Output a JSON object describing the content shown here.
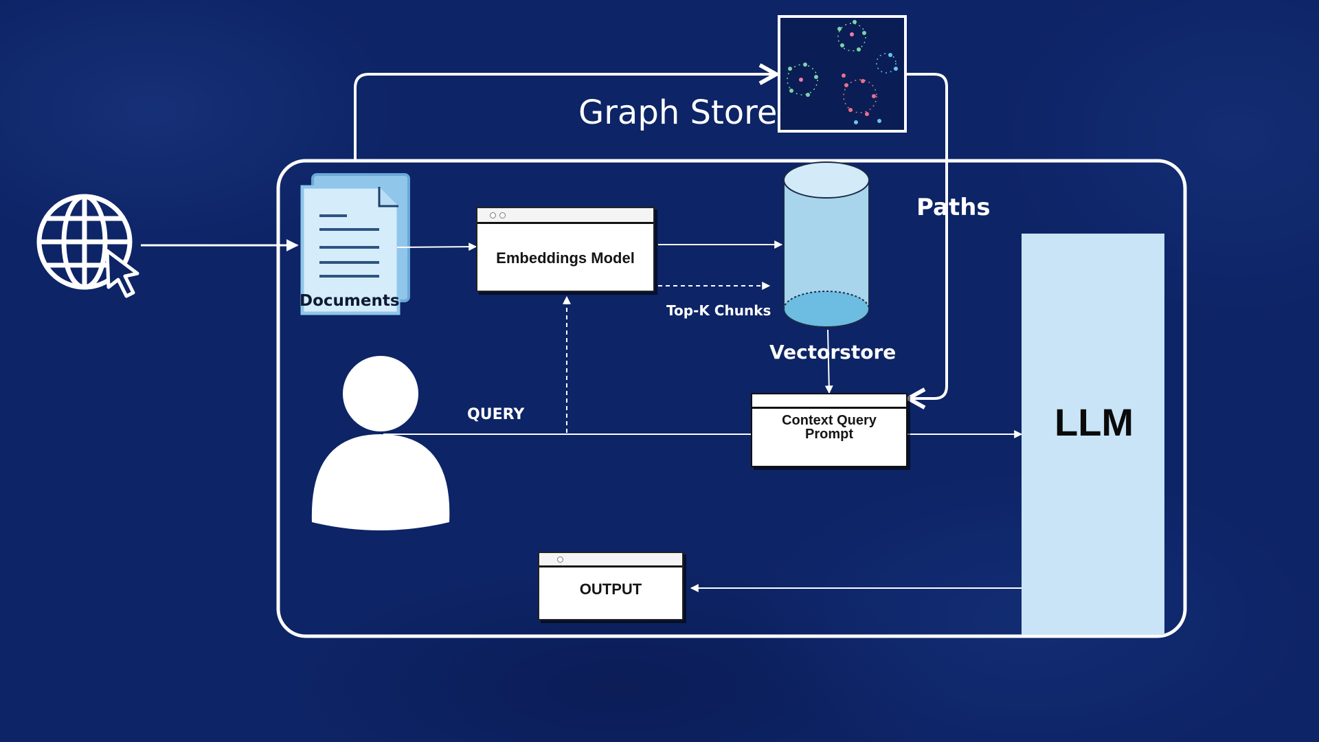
{
  "labels": {
    "graph_store": "Graph Store",
    "paths": "Paths",
    "documents": "Documents",
    "embeddings_model": "Embeddings Model",
    "top_k_chunks": "Top-K Chunks",
    "vectorstore": "Vectorstore",
    "query": "QUERY",
    "context_query_prompt": "Context Query Prompt",
    "llm": "LLM",
    "output": "OUTPUT"
  },
  "colors": {
    "background": "#0d2466",
    "llm_panel": "#c8e4f6",
    "cylinder": "#a8d4ec",
    "document": "#b4dff5"
  },
  "icons": [
    "globe-cursor-icon",
    "documents-icon",
    "graph-network-icon",
    "person-icon",
    "cylinder-database-icon"
  ]
}
